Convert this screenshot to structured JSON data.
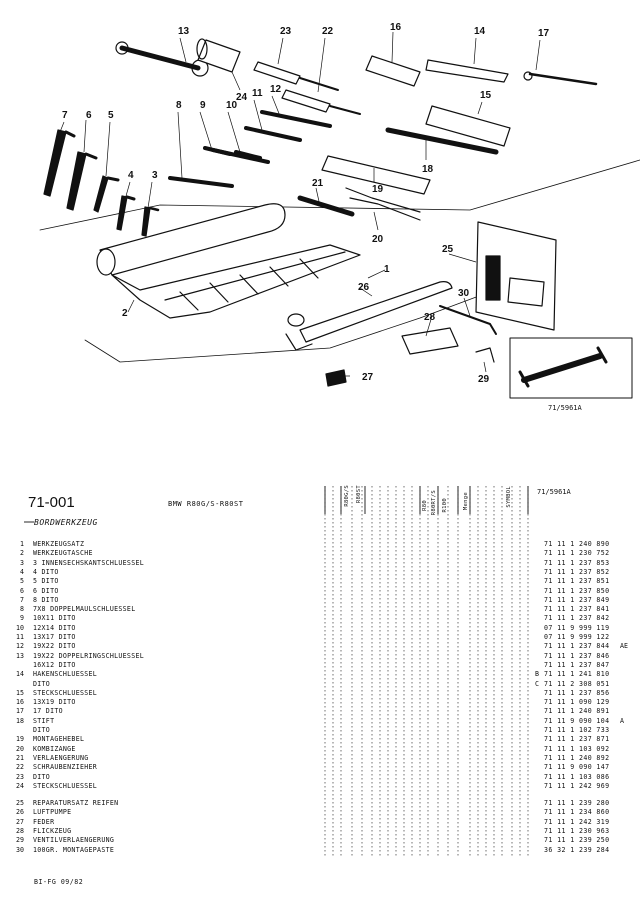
{
  "diagram": {
    "callouts": [
      "1",
      "2",
      "3",
      "4",
      "5",
      "6",
      "7",
      "8",
      "9",
      "10",
      "11",
      "12",
      "13",
      "14",
      "15",
      "16",
      "17",
      "18",
      "19",
      "20",
      "21",
      "22",
      "23",
      "24",
      "25",
      "26",
      "27",
      "28",
      "29",
      "30"
    ],
    "inset_code": "71/5961A"
  },
  "header": {
    "group_number": "71-001",
    "model": "BMW R80G/S-R80ST",
    "reference": "71/5961A",
    "section_title": "BORDWERKZEUG",
    "column_headers": [
      "R80G/S",
      "R80ST",
      "R80",
      "R80RT/S",
      "R100",
      "Menge",
      "SYMBOL"
    ]
  },
  "parts": [
    {
      "no": "1",
      "name": "WERKZEUGSATZ",
      "flag": "",
      "part": "71 11 1 240 890",
      "suffix": ""
    },
    {
      "no": "2",
      "name": "WERKZEUGTASCHE",
      "flag": "",
      "part": "71 11 1 230 752",
      "suffix": ""
    },
    {
      "no": "3",
      "name": "3  INNENSECHSKANTSCHLUESSEL",
      "flag": "",
      "part": "71 11 1 237 853",
      "suffix": ""
    },
    {
      "no": "4",
      "name": "4  DITO",
      "flag": "",
      "part": "71 11 1 237 852",
      "suffix": ""
    },
    {
      "no": "5",
      "name": "5  DITO",
      "flag": "",
      "part": "71 11 1 237 851",
      "suffix": ""
    },
    {
      "no": "6",
      "name": "6  DITO",
      "flag": "",
      "part": "71 11 1 237 850",
      "suffix": ""
    },
    {
      "no": "7",
      "name": "8  DITO",
      "flag": "",
      "part": "71 11 1 237 849",
      "suffix": ""
    },
    {
      "no": "8",
      "name": "7X8  DOPPELMAULSCHLUESSEL",
      "flag": "",
      "part": "71 11 1 237 841",
      "suffix": ""
    },
    {
      "no": "9",
      "name": "10X11  DITO",
      "flag": "",
      "part": "71 11 1 237 842",
      "suffix": ""
    },
    {
      "no": "10",
      "name": "12X14  DITO",
      "flag": "",
      "part": "07 11 9 999 119",
      "suffix": ""
    },
    {
      "no": "11",
      "name": "13X17  DITO",
      "flag": "",
      "part": "07 11 9 999 122",
      "suffix": ""
    },
    {
      "no": "12",
      "name": "19X22  DITO",
      "flag": "",
      "part": "71 11 1 237 844",
      "suffix": "AE"
    },
    {
      "no": "13",
      "name": "19X22  DOPPELRINGSCHLUESSEL",
      "flag": "",
      "part": "71 11 1 237 846",
      "suffix": ""
    },
    {
      "no": "",
      "name": "16X12  DITO",
      "flag": "",
      "part": "71 11 1 237 847",
      "suffix": ""
    },
    {
      "no": "14",
      "name": "HAKENSCHLUESSEL",
      "flag": "B",
      "part": "71 11 1 241 810",
      "suffix": ""
    },
    {
      "no": "",
      "name": "DITO",
      "flag": "C",
      "part": "71 11 2 308 051",
      "suffix": ""
    },
    {
      "no": "15",
      "name": "STECKSCHLUESSEL",
      "flag": "",
      "part": "71 11 1 237 856",
      "suffix": ""
    },
    {
      "no": "16",
      "name": "13X19  DITO",
      "flag": "",
      "part": "71 11 1 090 129",
      "suffix": ""
    },
    {
      "no": "17",
      "name": "17  DITO",
      "flag": "",
      "part": "71 11 1 240 891",
      "suffix": ""
    },
    {
      "no": "18",
      "name": "STIFT",
      "flag": "",
      "part": "71 11 9 090 104",
      "suffix": "A"
    },
    {
      "no": "",
      "name": "DITO",
      "flag": "",
      "part": "71 11 1 102 733",
      "suffix": ""
    },
    {
      "no": "19",
      "name": "MONTAGEHEBEL",
      "flag": "",
      "part": "71 11 1 237 871",
      "suffix": ""
    },
    {
      "no": "20",
      "name": "KOMBIZANGE",
      "flag": "",
      "part": "71 11 1 103 092",
      "suffix": ""
    },
    {
      "no": "21",
      "name": "VERLAENGERUNG",
      "flag": "",
      "part": "71 11 1 240 892",
      "suffix": ""
    },
    {
      "no": "22",
      "name": "SCHRAUBENZIEHER",
      "flag": "",
      "part": "71 11 9 090 147",
      "suffix": ""
    },
    {
      "no": "23",
      "name": "DITO",
      "flag": "",
      "part": "71 11 1 103 086",
      "suffix": ""
    },
    {
      "no": "24",
      "name": "STECKSCHLUESSEL",
      "flag": "",
      "part": "71 11 1 242 969",
      "suffix": ""
    },
    {
      "no": "25",
      "name": "REPARATURSATZ REIFEN",
      "flag": "",
      "part": "71 11 1 239 280",
      "suffix": ""
    },
    {
      "no": "26",
      "name": "LUFTPUMPE",
      "flag": "",
      "part": "71 11 1 234 860",
      "suffix": ""
    },
    {
      "no": "27",
      "name": "FEDER",
      "flag": "",
      "part": "71 11 1 242 319",
      "suffix": ""
    },
    {
      "no": "28",
      "name": "FLICKZEUG",
      "flag": "",
      "part": "71 11 1 230 963",
      "suffix": ""
    },
    {
      "no": "29",
      "name": "VENTILVERLAENGERUNG",
      "flag": "",
      "part": "71 11 1 239 250",
      "suffix": ""
    },
    {
      "no": "30",
      "name": "100GR.  MONTAGEPASTE",
      "flag": "",
      "part": "36 32 1 239 284",
      "suffix": ""
    }
  ],
  "footer": {
    "text": "BI-FG  09/82"
  }
}
